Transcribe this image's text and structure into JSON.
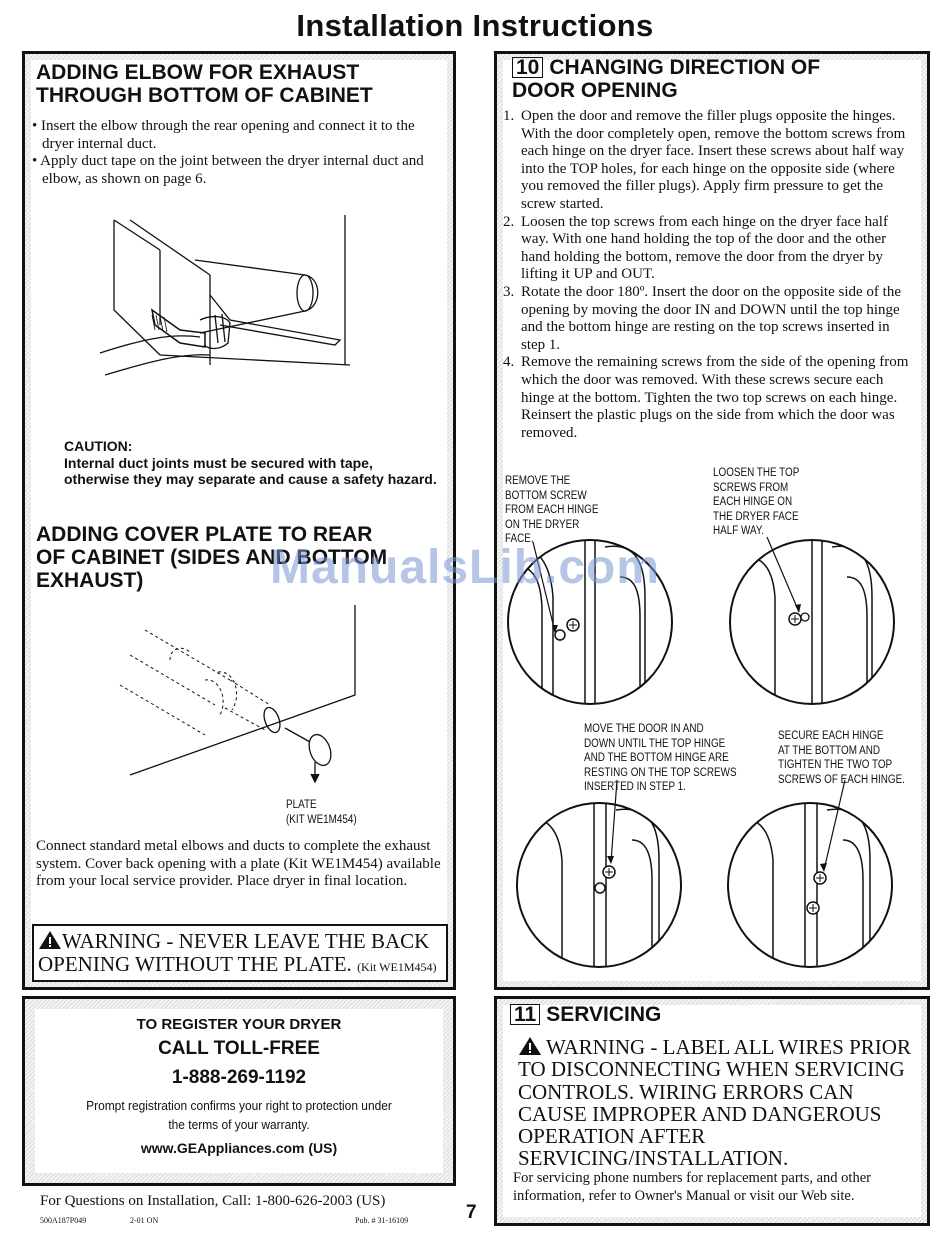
{
  "page_title": "Installation Instructions",
  "left_panel": {
    "heading_line1": "ADDING ELBOW FOR EXHAUST",
    "heading_line2": "THROUGH BOTTOM OF CABINET",
    "bullets": [
      "• Insert the elbow through the rear opening and connect it to the dryer internal duct.",
      "• Apply duct tape on the joint between the dryer internal duct and elbow, as shown on page 6."
    ],
    "caution_title": "CAUTION:",
    "caution_text": "Internal duct joints must be secured with tape, otherwise they may separate and cause a safety hazard.",
    "cover_heading_line1": "ADDING COVER PLATE TO REAR",
    "cover_heading_line2": "OF CABINET (SIDES AND BOTTOM",
    "cover_heading_line3": "EXHAUST)",
    "plate_label": "PLATE",
    "plate_kit": "(KIT WE1M454)",
    "cover_text": "Connect standard metal elbows and ducts to complete the exhaust system. Cover back opening with a plate (Kit WE1M454) available from your local service provider. Place dryer in final location.",
    "warning_line1": "WARNING - NEVER LEAVE THE BACK",
    "warning_line2": "OPENING WITHOUT THE PLATE.",
    "warning_kit": "(Kit WE1M454)"
  },
  "right_panel": {
    "step_number": "10",
    "heading_line1": "CHANGING DIRECTION OF",
    "heading_line2": "DOOR OPENING",
    "steps": [
      {
        "n": "1.",
        "text": "Open the door and remove the filler plugs opposite the hinges. With the door completely open, remove the bottom screws from each hinge on the dryer face. Insert these screws about half way into the TOP holes, for each hinge on the opposite side (where you removed the filler plugs). Apply firm pressure to get the screw started."
      },
      {
        "n": "2.",
        "text": "Loosen the top screws from each hinge on the dryer face half way. With one hand holding the top of the door and the other hand holding the bottom, remove the door from the dryer by lifting it UP and OUT."
      },
      {
        "n": "3.",
        "text": "Rotate the door 180º. Insert the door on the opposite side of the opening by moving the door IN and DOWN until the top hinge and the bottom hinge are resting on the top screws inserted in step 1."
      },
      {
        "n": "4.",
        "text": "Remove the remaining screws from the side of the opening from which the door was removed. With these screws secure each hinge at the bottom. Tighten the two top screws on each hinge. Reinsert the plastic plugs on the side from which the door was removed."
      }
    ],
    "fig_labels": [
      "REMOVE THE\nBOTTOM SCREW\nFROM EACH HINGE\nON THE DRYER\nFACE.",
      "LOOSEN THE TOP\nSCREWS FROM\nEACH HINGE ON\nTHE DRYER FACE\nHALF WAY.",
      "MOVE THE DOOR IN AND\nDOWN UNTIL THE TOP HINGE\nAND THE BOTTOM HINGE ARE\nRESTING ON THE TOP SCREWS\nINSERTED IN STEP 1.",
      "SECURE EACH HINGE\nAT THE BOTTOM AND\nTIGHTEN THE TWO TOP\nSCREWS OF EACH HINGE."
    ]
  },
  "register_box": {
    "line1": "TO REGISTER YOUR DRYER",
    "line2": "CALL TOLL-FREE",
    "phone": "1-888-269-1192",
    "line4": "Prompt registration confirms your right to protection under the terms of your warranty.",
    "web": "www.GEAppliances.com (US)"
  },
  "servicing": {
    "step_number": "11",
    "heading": "SERVICING",
    "warning": "WARNING - LABEL ALL WIRES PRIOR TO DISCONNECTING WHEN SERVICING CONTROLS. WIRING ERRORS CAN CAUSE IMPROPER AND DANGEROUS OPERATION AFTER SERVICING/INSTALLATION.",
    "text": "For servicing phone numbers for replacement parts, and other information, refer to Owner's Manual or visit our Web site."
  },
  "footer": {
    "questions": "For Questions on Installation, Call: 1-800-626-2003 (US)",
    "part_number": "500A187P049",
    "date": "2-01 ON",
    "pub": "Pub. # 31-16109",
    "page_number": "7"
  },
  "watermark": "ManualsLib.com"
}
